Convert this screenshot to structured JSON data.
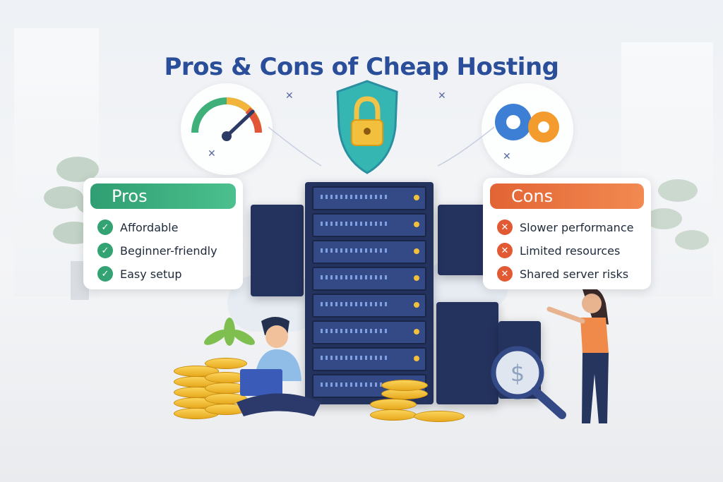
{
  "title": "Pros & Cons of Cheap Hosting",
  "pros": {
    "heading": "Pros",
    "items": [
      {
        "icon": "check-icon",
        "label": "Affordable"
      },
      {
        "icon": "check-icon",
        "label": "Beginner-friendly"
      },
      {
        "icon": "check-icon",
        "label": "Easy setup"
      }
    ],
    "color": "#34a373"
  },
  "cons": {
    "heading": "Cons",
    "items": [
      {
        "icon": "x-icon",
        "label": "Slower performance"
      },
      {
        "icon": "x-icon",
        "label": "Limited resources"
      },
      {
        "icon": "x-icon",
        "label": "Shared server risks"
      }
    ],
    "color": "#e25a34"
  },
  "icons": [
    "speedometer-icon",
    "padlock-shield-icon",
    "gears-icon",
    "magnifier-dollar-icon"
  ],
  "colors": {
    "title": "#2b4e9a",
    "rack": "#24325e",
    "coin": "#f3c03d"
  }
}
